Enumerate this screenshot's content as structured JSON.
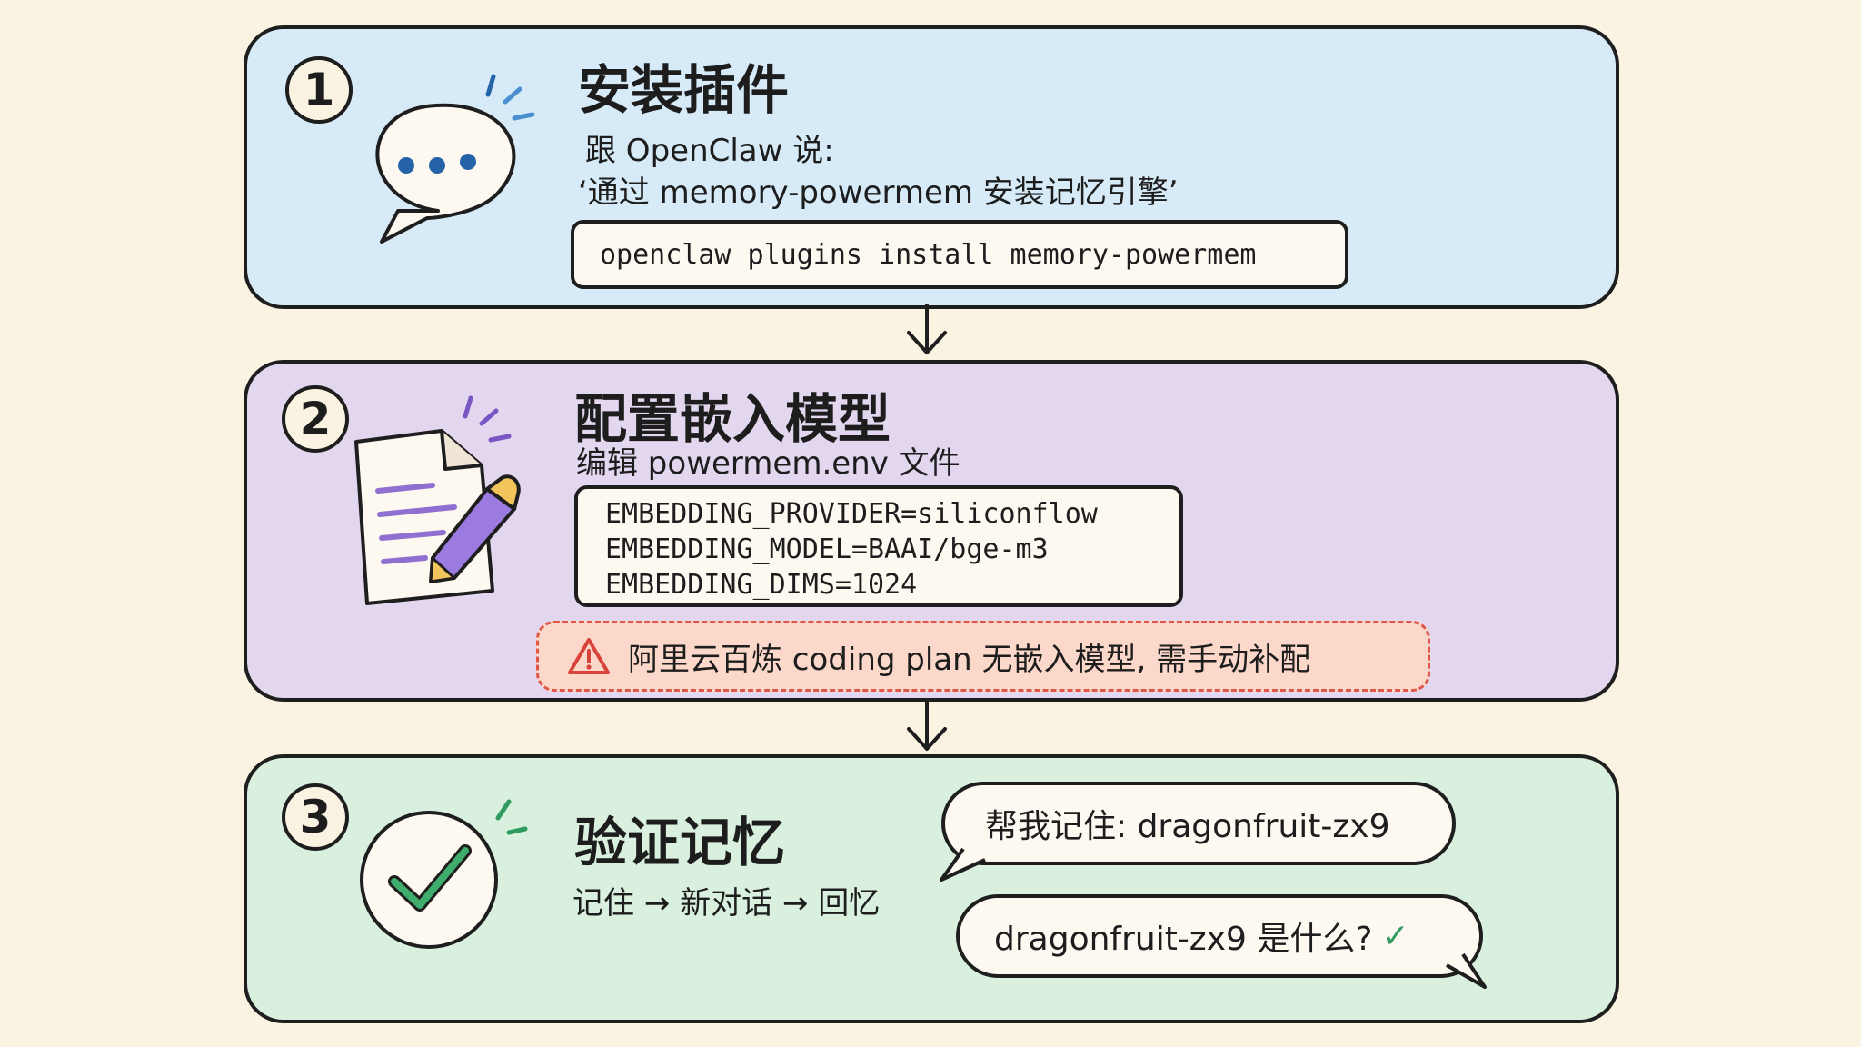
{
  "step1": {
    "number": "1",
    "title": "安装插件",
    "instruction_line1": "跟 OpenClaw 说:",
    "instruction_line2": "‘通过 memory-powermem 安装记忆引擎’",
    "command": "openclaw plugins install memory-powermem",
    "icon": "speech-bubble-icon"
  },
  "step2": {
    "number": "2",
    "title": "配置嵌入模型",
    "instruction": "编辑 powermem.env 文件",
    "config_lines": [
      "EMBEDDING_PROVIDER=siliconflow",
      "EMBEDDING_MODEL=BAAI/bge-m3",
      "EMBEDDING_DIMS=1024"
    ],
    "warning": "阿里云百炼 coding plan 无嵌入模型, 需手动补配",
    "icon": "document-pencil-icon"
  },
  "step3": {
    "number": "3",
    "title": "验证记忆",
    "flow": "记住 → 新对话 → 回忆",
    "chat_user": "帮我记住: dragonfruit-zx9",
    "chat_query": "dragonfruit-zx9 是什么?",
    "chat_check": "✓",
    "icon": "check-circle-icon"
  },
  "colors": {
    "step1_bg": "#d6ebf7",
    "step2_bg": "#e3d7f0",
    "step3_bg": "#d9f0df",
    "warning_border": "#e0574a",
    "check_green": "#2f9b5e"
  }
}
